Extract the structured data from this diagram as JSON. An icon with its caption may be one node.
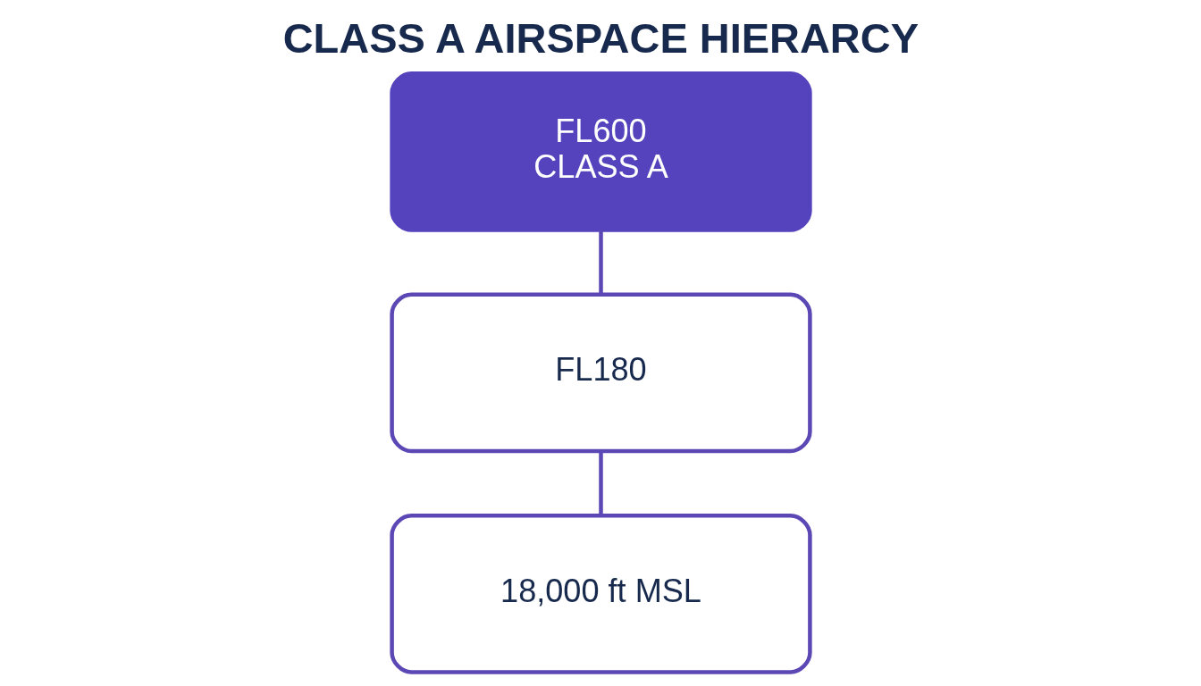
{
  "diagram": {
    "title": "CLASS A AIRSPACE HIERARCY",
    "nodes": [
      {
        "text": [
          "FL600",
          "CLASS A"
        ]
      },
      {
        "text": [
          "FL180"
        ]
      },
      {
        "text": [
          "18,000 ft MSL"
        ]
      }
    ],
    "edges": [
      {
        "from": 0,
        "to": 1,
        "arrow": "none"
      },
      {
        "from": 1,
        "to": 2,
        "arrow": "none"
      }
    ]
  }
}
